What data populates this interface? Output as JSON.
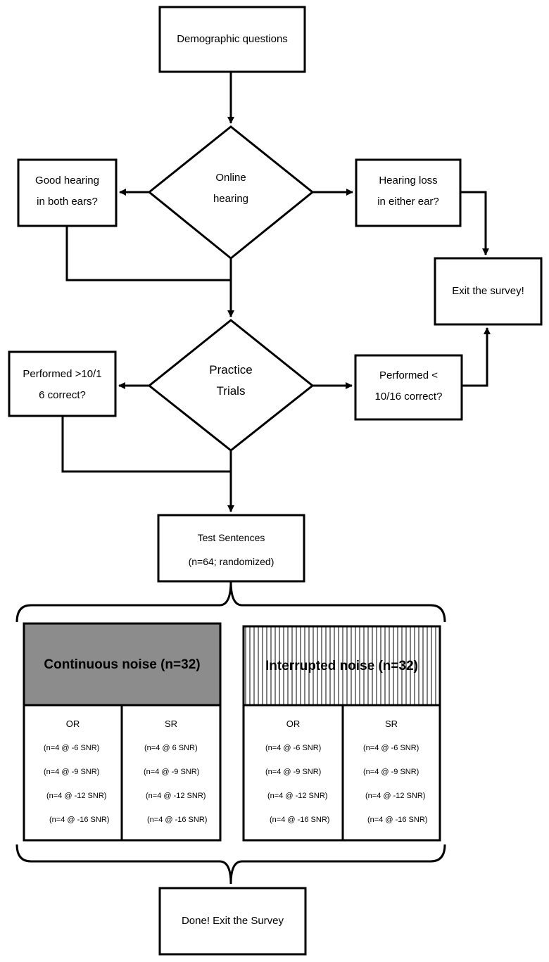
{
  "nodes": {
    "demographic": "Demographic questions",
    "online_hearing": [
      "Online",
      "hearing"
    ],
    "good_hearing": [
      "Good hearing",
      "in both ears?"
    ],
    "hearing_loss": [
      "Hearing loss",
      "in either ear?"
    ],
    "exit_survey": "Exit the survey!",
    "practice_trials": [
      "Practice",
      "Trials"
    ],
    "performed_gt": [
      "Performed >10/1",
      "6 correct?"
    ],
    "performed_lt": [
      "Performed <",
      "10/16 correct?"
    ],
    "test_sentences": [
      "Test Sentences",
      "(n=64; randomized)"
    ],
    "done": "Done! Exit the Survey"
  },
  "conditions": [
    {
      "title": "Continuous noise (n=32)",
      "fill": "#8c8c8c",
      "columns": [
        {
          "header": "OR",
          "rows": [
            "(n=4 @ -6 SNR)",
            "(n=4 @ -9 SNR)",
            "(n=4 @ -12 SNR)",
            "(n=4 @ -16 SNR)"
          ]
        },
        {
          "header": "SR",
          "rows": [
            "(n=4 @ 6 SNR)",
            "(n=4 @ -9 SNR)",
            "(n=4 @ -12 SNR)",
            "(n=4 @ -16 SNR)"
          ]
        }
      ]
    },
    {
      "title": "Interrupted noise (n=32)",
      "fill": "striped",
      "columns": [
        {
          "header": "OR",
          "rows": [
            "(n=4 @ -6 SNR)",
            "(n=4 @ -9 SNR)",
            "(n=4 @ -12 SNR)",
            "(n=4 @ -16 SNR)"
          ]
        },
        {
          "header": "SR",
          "rows": [
            "(n=4 @ -6 SNR)",
            "(n=4 @ -9 SNR)",
            "(n=4 @ -12 SNR)",
            "(n=4 @ -16 SNR)"
          ]
        }
      ]
    }
  ]
}
